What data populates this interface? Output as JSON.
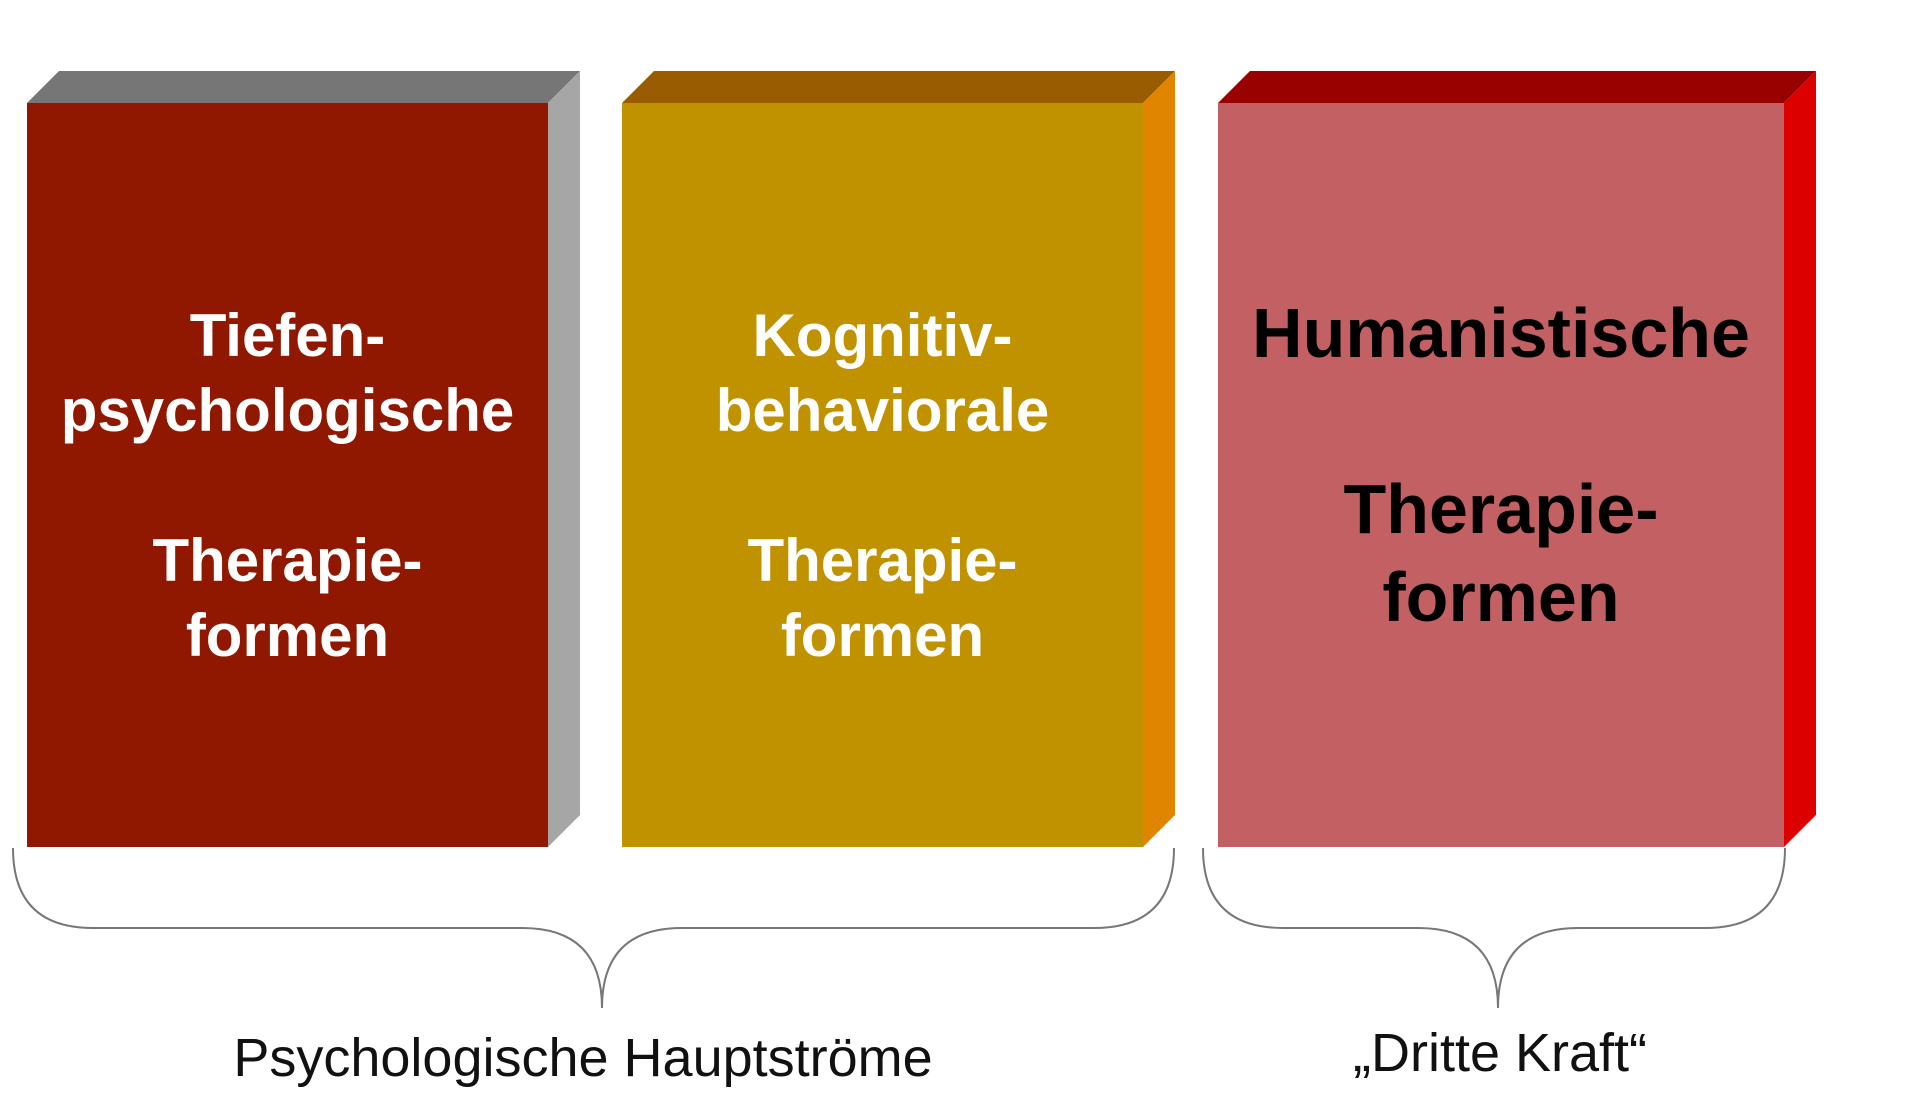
{
  "blocks": [
    {
      "id": "tiefen",
      "lines": [
        "Tiefen-",
        "psychologische",
        "",
        "Therapie-",
        "formen"
      ],
      "colors": {
        "front": "#901800",
        "top": "#767676",
        "side": "#a6a6a6",
        "text": "#ffffff"
      }
    },
    {
      "id": "kognitiv",
      "lines": [
        "Kognitiv-",
        "behaviorale",
        "",
        "Therapie-",
        "formen"
      ],
      "colors": {
        "front": "#c19200",
        "top": "#9a5c00",
        "side": "#e08500",
        "text": "#ffffff"
      }
    },
    {
      "id": "humanistisch",
      "lines": [
        "Humanistische",
        "",
        "Therapie-",
        "formen"
      ],
      "colors": {
        "front": "#c36063",
        "top": "#990000",
        "side": "#dc0000",
        "text": "#000000"
      }
    }
  ],
  "labels": {
    "mainstream": "Psychologische Hauptströme",
    "third_force": "„Dritte Kraft“"
  },
  "colors": {
    "brace": "#777777",
    "background": "#ffffff"
  }
}
